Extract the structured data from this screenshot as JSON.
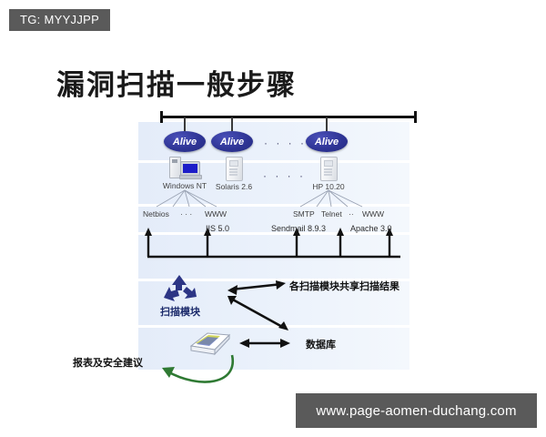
{
  "overlay": {
    "tg_badge": "TG: MYYJJPP",
    "url_badge": "www.page-aomen-duchang.com",
    "badge_bg": "#5a5a5a",
    "badge_fg": "#ffffff"
  },
  "slide": {
    "title": "漏洞扫描一般步骤"
  },
  "diagram": {
    "band_color": "#e8effa",
    "accent_navy": "#2f3596",
    "accent_green": "#2f7a33",
    "alive_nodes": [
      {
        "label": "Alive"
      },
      {
        "label": "Alive"
      },
      {
        "label": "Alive"
      }
    ],
    "alive_ellipsis": "· · · ·",
    "hosts": [
      {
        "label": "Windows NT",
        "icon": "desktop-pc-icon"
      },
      {
        "label": "Solaris 2.6",
        "icon": "server-tower-icon"
      },
      {
        "label": "HP 10.20",
        "icon": "server-tower-icon"
      }
    ],
    "host_ellipsis": "· · · ·",
    "services_left": [
      {
        "label": "Netbios"
      },
      {
        "label": "· · ·"
      },
      {
        "label": "WWW"
      }
    ],
    "services_right": [
      {
        "label": "SMTP"
      },
      {
        "label": "Telnet"
      },
      {
        "label": "··"
      },
      {
        "label": "WWW"
      }
    ],
    "products": [
      {
        "label": "IIS 5.0"
      },
      {
        "label": "Sendmail 8.9.3"
      },
      {
        "label": "Apache 3.0"
      }
    ],
    "scan_module": {
      "label": "扫描模块",
      "icon": "recycle-icon"
    },
    "database": {
      "label": "数据库",
      "icon": "document-stack-icon"
    },
    "share_note": "各扫描模块共享扫描结果",
    "report_note": "报表及安全建议"
  }
}
